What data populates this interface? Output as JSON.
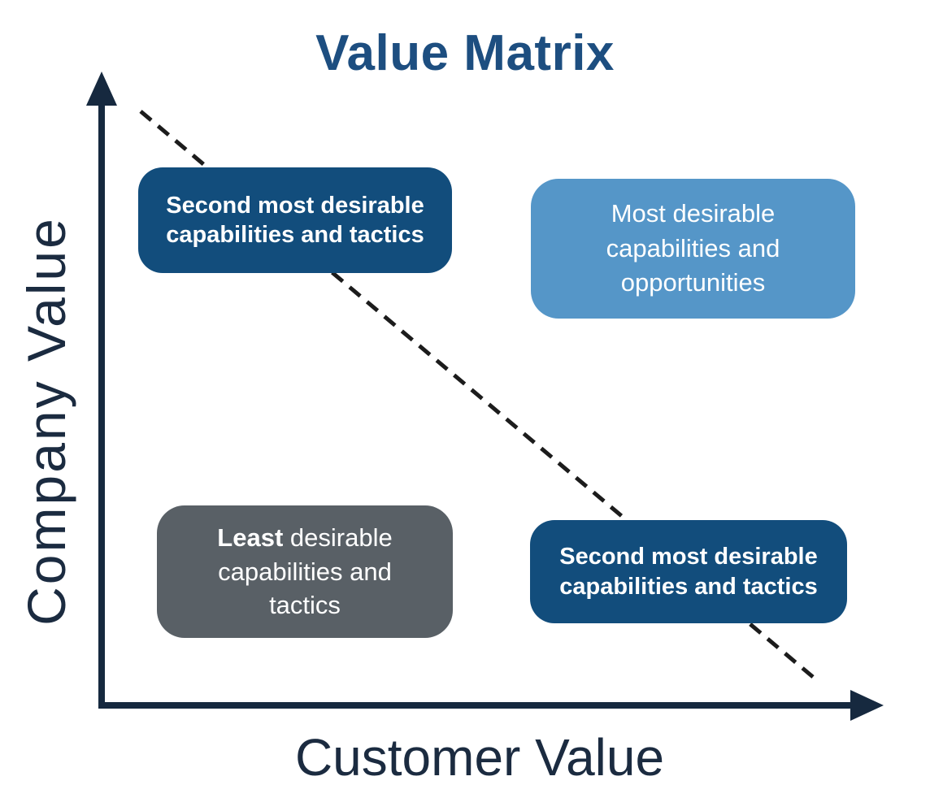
{
  "title": "Value Matrix",
  "axes": {
    "x_label": "Customer Value",
    "y_label": "Company Value"
  },
  "quadrants": {
    "top_left": {
      "text": "Second most desirable\ncapabilities and tactics",
      "color": "#124d7c"
    },
    "top_right": {
      "text": "Most desirable\ncapabilities and\nopportunities",
      "color": "#5596c8"
    },
    "bottom_left": {
      "text_bold": "Least",
      "text_rest": " desirable\ncapabilities and\ntactics",
      "color": "#596066"
    },
    "bottom_right": {
      "text": "Second most desirable\ncapabilities and tactics",
      "color": "#124d7c"
    }
  },
  "colors": {
    "title_text": "#1d4e80",
    "axis": "#16293f",
    "axis_label_text": "#1b2b40",
    "dashed_line": "#1c1c1c",
    "box_text": "#ffffff",
    "background": "#ffffff"
  }
}
